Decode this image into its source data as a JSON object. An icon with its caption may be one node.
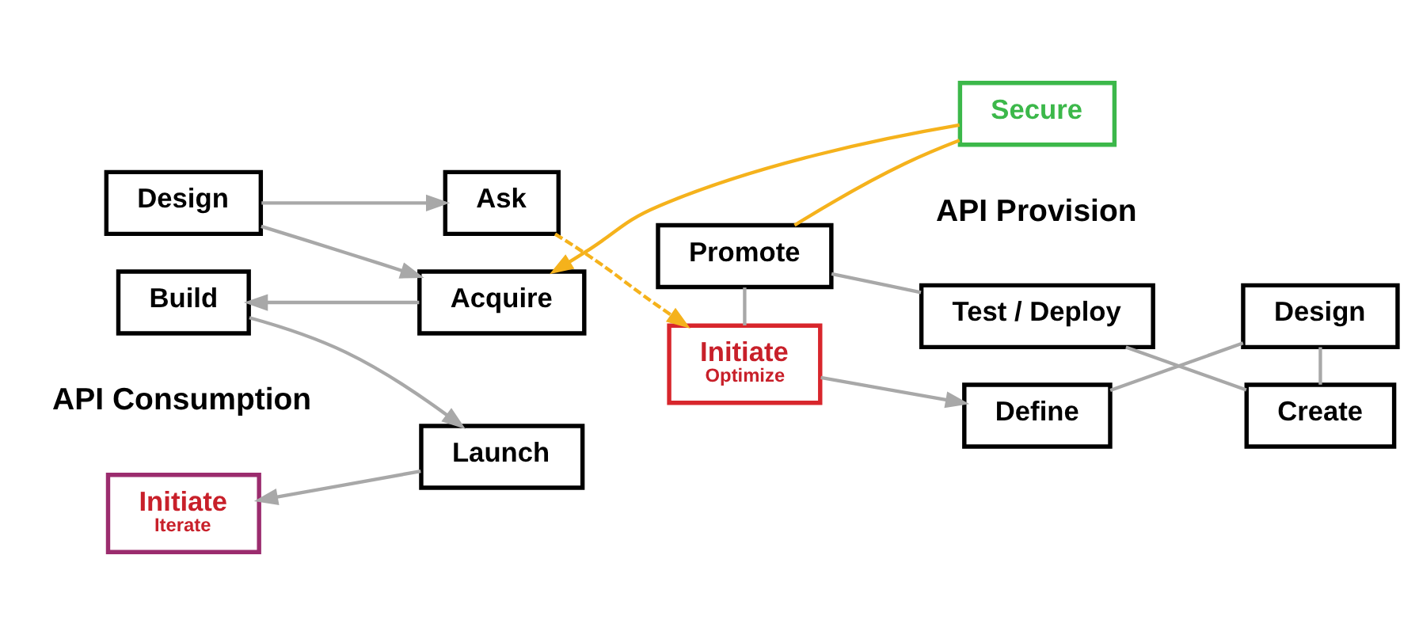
{
  "diagram": {
    "nodes": [
      {
        "text": [
          "Initiate",
          "Iterate"
        ]
      },
      {
        "text": [
          "Design"
        ]
      },
      {
        "text": [
          "Build"
        ]
      },
      {
        "text": [
          "Ask"
        ]
      },
      {
        "text": [
          "Acquire"
        ]
      },
      {
        "text": [
          "Launch"
        ]
      },
      {
        "text": [
          "Secure"
        ]
      },
      {
        "text": [
          "Initiate",
          "Optimize"
        ]
      },
      {
        "text": [
          "Promote"
        ]
      },
      {
        "text": [
          "Define"
        ]
      },
      {
        "text": [
          "Design"
        ]
      },
      {
        "text": [
          "Create"
        ]
      },
      {
        "text": [
          "Test / Deploy"
        ]
      }
    ],
    "edges": [
      {
        "from": 1,
        "to": 3,
        "arrow": "to"
      },
      {
        "from": 1,
        "to": 4,
        "arrow": "to"
      },
      {
        "from": 4,
        "to": 2,
        "arrow": "to"
      },
      {
        "from": 2,
        "to": 5,
        "arrow": "to"
      },
      {
        "from": 5,
        "to": 0,
        "arrow": "to"
      },
      {
        "from": 3,
        "to": 7,
        "arrow": "to",
        "style": "dashed",
        "color": "#f5b21c"
      },
      {
        "from": 8,
        "to": 6,
        "arrow": "none",
        "color": "#f5b21c"
      },
      {
        "from": 6,
        "to": 4,
        "arrow": "to",
        "color": "#f5b21c"
      },
      {
        "from": 7,
        "to": 9,
        "arrow": "to"
      },
      {
        "from": 9,
        "to": 10,
        "arrow": "none"
      },
      {
        "from": 10,
        "to": 11,
        "arrow": "none"
      },
      {
        "from": 11,
        "to": 12,
        "arrow": "none"
      },
      {
        "from": 12,
        "to": 8,
        "arrow": "none"
      },
      {
        "from": 8,
        "to": 7,
        "arrow": "none"
      }
    ],
    "labels": [
      "API Consumption",
      "API Provision"
    ]
  }
}
